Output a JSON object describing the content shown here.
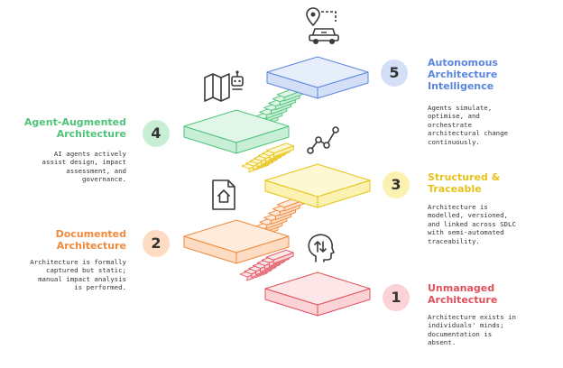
{
  "colors": {
    "stage1": "#e0515c",
    "stage1_fill": "#fbd3d6",
    "stage1_top": "#fde6e8",
    "stage2": "#f08a3c",
    "stage2_fill": "#fddcc3",
    "stage2_top": "#feebdc",
    "stage3": "#e6c21a",
    "stage3_fill": "#fbf1b0",
    "stage3_top": "#fdf7d2",
    "stage4": "#4fc37a",
    "stage4_fill": "#c8eed5",
    "stage4_top": "#e0f6e8",
    "stage5": "#5b86e0",
    "stage5_fill": "#d3def7",
    "stage5_top": "#e6edfb",
    "icon_stroke": "#3a3a3a"
  },
  "stages": [
    {
      "number": "1",
      "title_lines": [
        "Unmanaged",
        "Architecture"
      ],
      "desc_lines": [
        "Architecture exists in",
        "individuals' minds;",
        "documentation is",
        "absent."
      ],
      "icon": "head-arrows-icon"
    },
    {
      "number": "2",
      "title_lines": [
        "Documented",
        "Architecture"
      ],
      "desc_lines": [
        "Architecture is formally",
        "captured but static;",
        "manual impact analysis",
        "is performed."
      ],
      "icon": "document-house-icon"
    },
    {
      "number": "3",
      "title_lines": [
        "Structured &",
        "Traceable"
      ],
      "desc_lines": [
        "Architecture is",
        "modelled, versioned,",
        "and linked across SDLC",
        "with semi-automated",
        "traceability."
      ],
      "icon": "trend-line-icon"
    },
    {
      "number": "4",
      "title_lines": [
        "Agent-Augmented",
        "Architecture"
      ],
      "desc_lines": [
        "AI agents actively",
        "assist design, impact",
        "assessment, and",
        "governance."
      ],
      "icon": "map-robot-icon"
    },
    {
      "number": "5",
      "title_lines": [
        "Autonomous",
        "Architecture",
        "Intelligence"
      ],
      "desc_lines": [
        "Agents simulate,",
        "optimise, and",
        "orchestrate",
        "architectural change",
        "continuously."
      ],
      "icon": "autonomous-car-icon"
    }
  ]
}
